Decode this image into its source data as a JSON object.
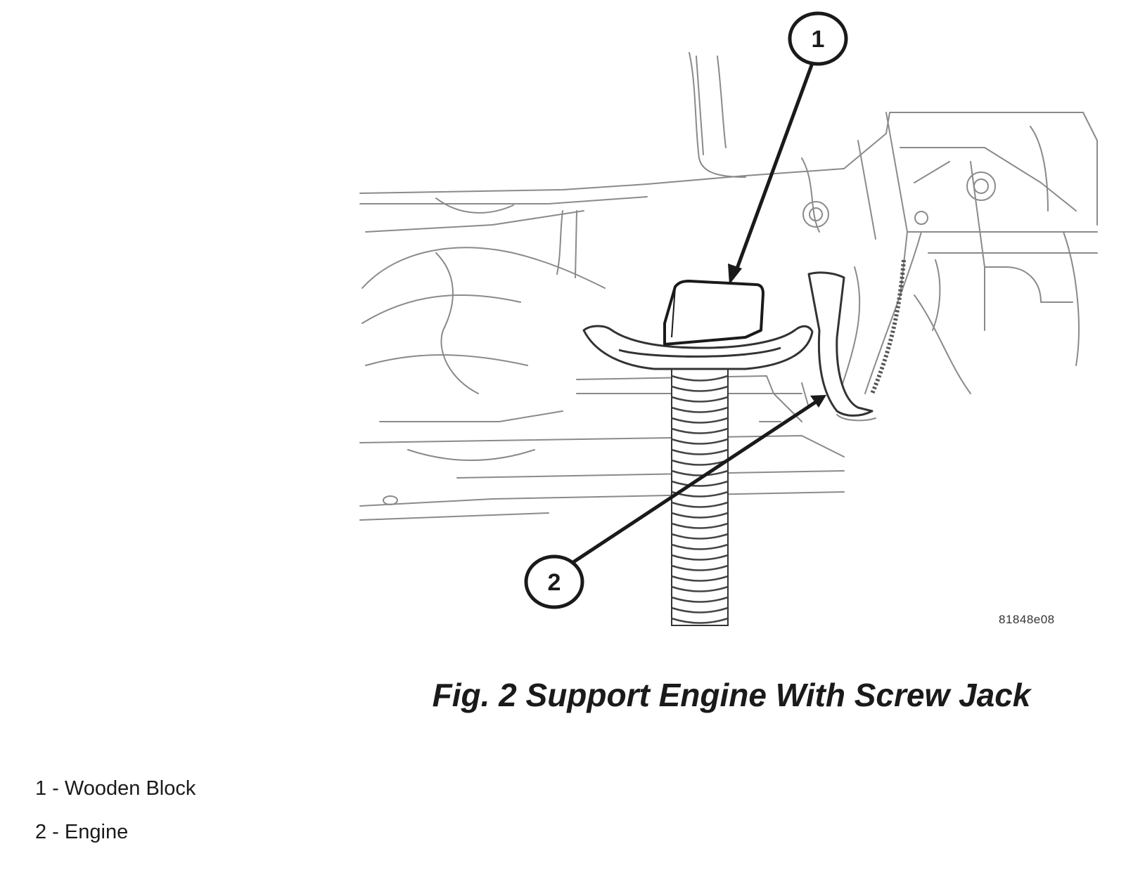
{
  "figure": {
    "id_code": "81848e08",
    "callouts": [
      {
        "number": "1"
      },
      {
        "number": "2"
      }
    ]
  },
  "caption": "Fig. 2 Support Engine With Screw Jack",
  "legend": [
    {
      "text": "1 - Wooden Block"
    },
    {
      "text": "2 - Engine"
    }
  ]
}
